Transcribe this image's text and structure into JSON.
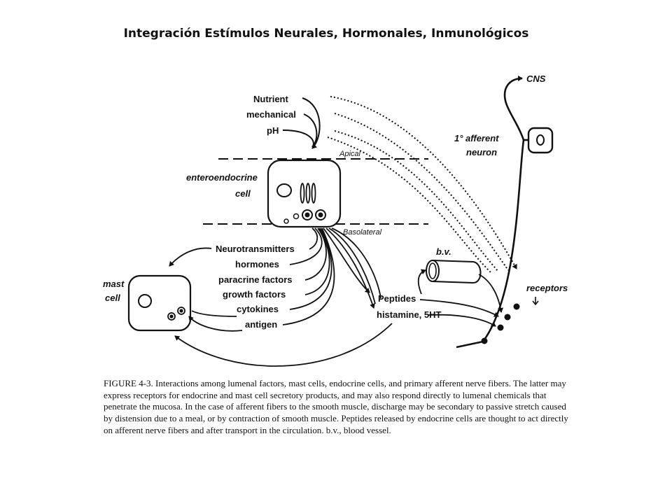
{
  "title": "Integración Estímulos Neurales, Hormonales, Inmunológicos",
  "diagram": {
    "lumenal_stimuli": [
      "Nutrient",
      "mechanical",
      "pH"
    ],
    "apical": "Apical",
    "basolateral": "Basolateral",
    "enteroendocrine_cell": [
      "enteroendocrine",
      "cell"
    ],
    "mast_cell": [
      "mast",
      "cell"
    ],
    "mediators": [
      "Neurotransmitters",
      "hormones",
      "paracrine factors",
      "growth factors",
      "cytokines",
      "antigen"
    ],
    "bv": "b.v.",
    "peptides": "Peptides",
    "histamine": "histamine, 5HT",
    "cns": "CNS",
    "afferent_neuron": [
      "1° afferent",
      "neuron"
    ],
    "receptors": "receptors"
  },
  "caption": "FIGURE 4-3. Interactions among lumenal factors, mast cells, endocrine cells, and primary afferent nerve fibers. The latter may express receptors for endocrine and mast cell secretory products, and may also respond directly to lumenal chemicals that penetrate the mucosa. In the case of afferent fibers to the smooth muscle, discharge may be secondary to passive stretch caused by distension due to a meal, or by contraction of smooth muscle. Peptides released by endocrine cells are thought to act directly on afferent nerve fibers and after transport in the circulation. b.v., blood vessel."
}
